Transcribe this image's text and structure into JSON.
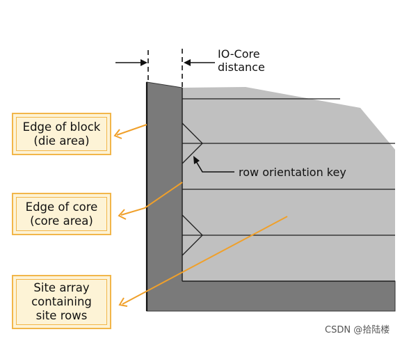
{
  "callouts": {
    "edge_of_block": "Edge of block\n(die area)",
    "edge_of_core": "Edge of core\n(core area)",
    "site_array": "Site array\ncontaining\nsite rows"
  },
  "labels": {
    "io_core_distance": "IO-Core\ndistance",
    "row_orientation_key": "row orientation key"
  },
  "watermark": "CSDN @拾陆楼",
  "colors": {
    "die_dark": "#7a7a7a",
    "core_light": "#c0c0c0",
    "row_line": "#1e1e1e",
    "callout_fill": "#fdf3d6",
    "callout_border": "#f2b64a",
    "pointer": "#f0a02a"
  }
}
